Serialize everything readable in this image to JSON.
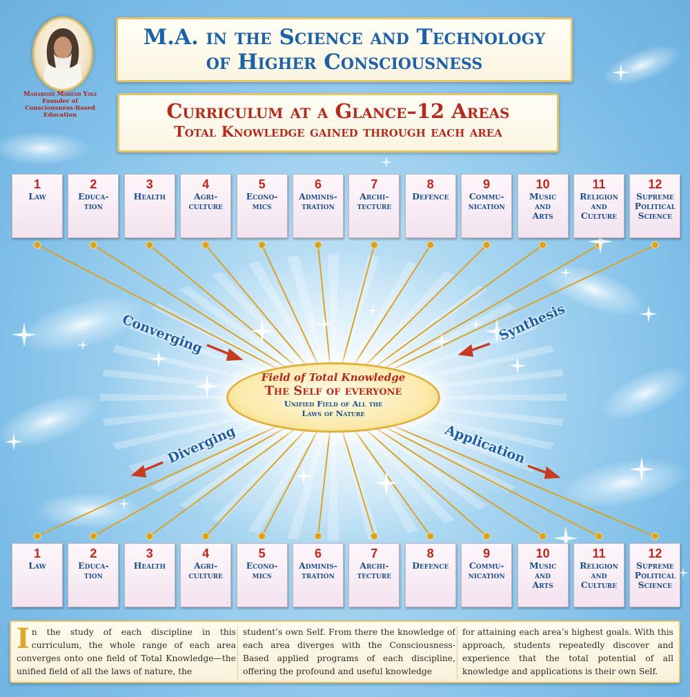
{
  "title": {
    "line1": "M.A. in the Science and Technology",
    "line2": "of Higher Consciousness"
  },
  "portrait": {
    "name": "Maharishi Mahesh Yogi",
    "role_lines": [
      "Founder of",
      "Consciousness-Based",
      "Education"
    ]
  },
  "curriculum": {
    "line1": "Curriculum at a Glance–12 Areas",
    "line2": "Total Knowledge gained through each area"
  },
  "areas": [
    {
      "num": "1",
      "label": "Law"
    },
    {
      "num": "2",
      "label": "Educa-\ntion"
    },
    {
      "num": "3",
      "label": "Health"
    },
    {
      "num": "4",
      "label": "Agri-\nculture"
    },
    {
      "num": "5",
      "label": "Econo-\nmics"
    },
    {
      "num": "6",
      "label": "Adminis-\ntration"
    },
    {
      "num": "7",
      "label": "Archi-\ntecture"
    },
    {
      "num": "8",
      "label": "Defence"
    },
    {
      "num": "9",
      "label": "Commu-\nnication"
    },
    {
      "num": "10",
      "label": "Music\nand\nArts"
    },
    {
      "num": "11",
      "label": "Religion\nand\nCulture"
    },
    {
      "num": "12",
      "label": "Supreme\nPolitical\nScience"
    }
  ],
  "center": {
    "line1": "Field of Total Knowledge",
    "line2": "The Self of everyone",
    "line3": "Unified Field of All the",
    "line4": "Laws of Nature"
  },
  "flows": {
    "converging": "Converging",
    "synthesis": "Synthesis",
    "diverging": "Diverging",
    "application": "Application"
  },
  "description": {
    "dropcap": "I",
    "col1": "n the study of each discipline in this curriculum, the whole range of each area converges onto one field of Total Knowledge—the unified field of all the laws of nature, the",
    "col2": "student’s own Self. From there the knowledge of each area diverges with the Consciousness-Based applied programs of each discipline, offering the profound and useful knowledge",
    "col3": "for attaining each area’s highest goals. With this approach, students repeatedly discover and experience that the total potential of all knowledge and applications is their own Self."
  },
  "colors": {
    "title_blue": "#1d62a7",
    "heading_red": "#b52a1c",
    "gold": "#e7c36a",
    "line_gold": "#d9a125",
    "arrow_red": "#c63b22"
  }
}
